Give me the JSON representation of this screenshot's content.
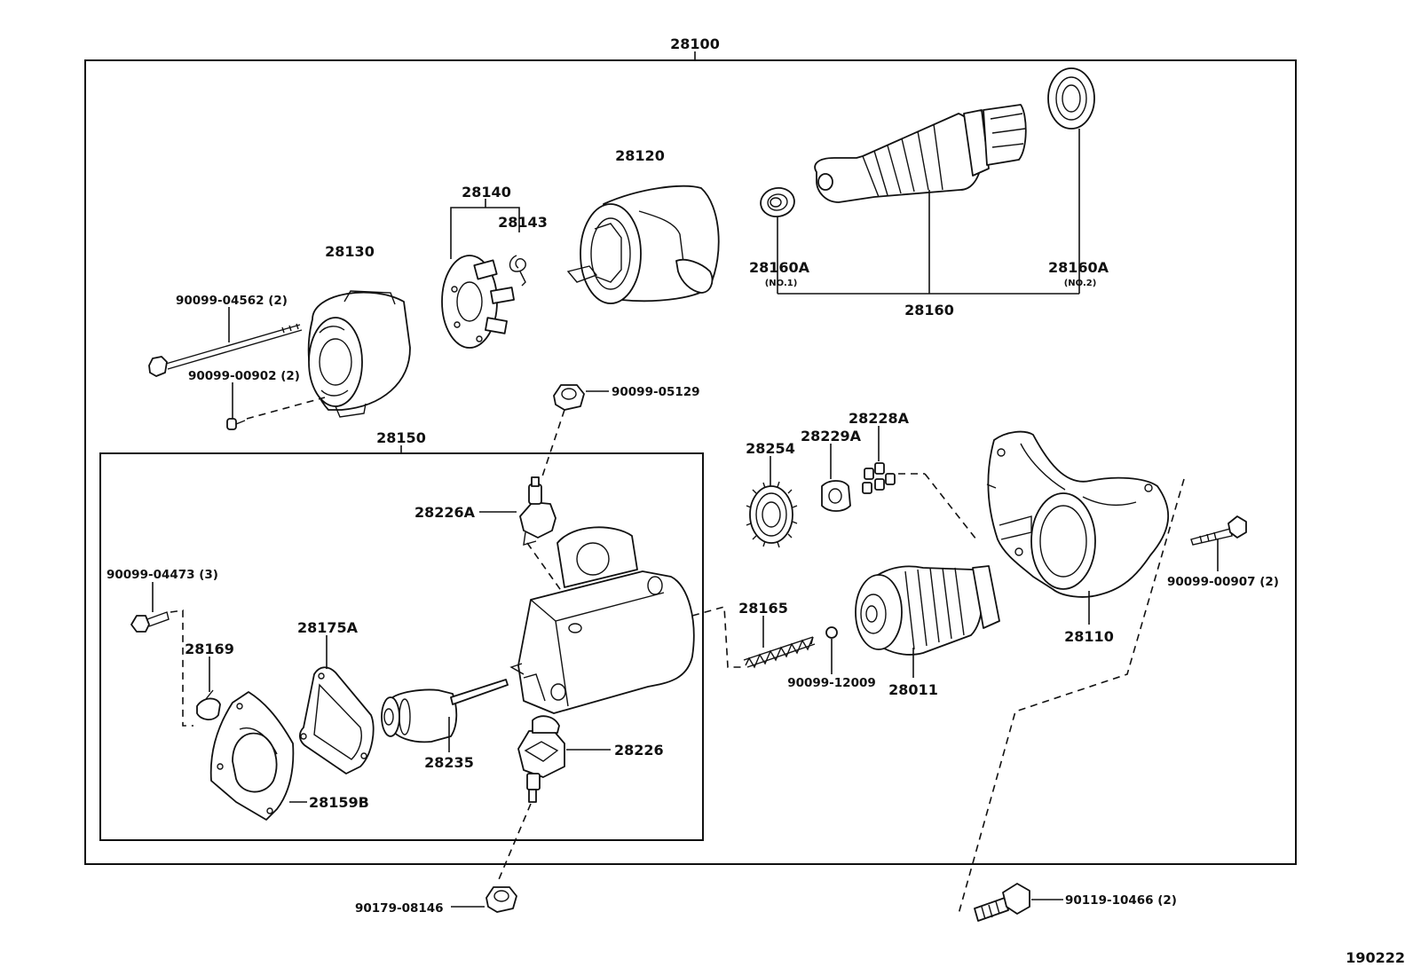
{
  "diagram": {
    "assembly_label": "28100",
    "sub_assembly_label": "28150",
    "drawing_number": "190222",
    "parts": [
      {
        "id": "p28130",
        "label": "28130"
      },
      {
        "id": "p28140",
        "label": "28140"
      },
      {
        "id": "p28143",
        "label": "28143"
      },
      {
        "id": "p28120",
        "label": "28120"
      },
      {
        "id": "p28160a1",
        "label": "28160A",
        "note": "(NO.1)"
      },
      {
        "id": "p28160a2",
        "label": "28160A",
        "note": "(NO.2)"
      },
      {
        "id": "p28160",
        "label": "28160"
      },
      {
        "id": "p90099_04562",
        "label": "90099-04562 (2)"
      },
      {
        "id": "p90099_00902",
        "label": "90099-00902 (2)"
      },
      {
        "id": "p90099_05129",
        "label": "90099-05129"
      },
      {
        "id": "p28254",
        "label": "28254"
      },
      {
        "id": "p28229a",
        "label": "28229A"
      },
      {
        "id": "p28228a",
        "label": "28228A"
      },
      {
        "id": "p28226a",
        "label": "28226A"
      },
      {
        "id": "p90099_04473",
        "label": "90099-04473 (3)"
      },
      {
        "id": "p28169",
        "label": "28169"
      },
      {
        "id": "p28175a",
        "label": "28175A"
      },
      {
        "id": "p28235",
        "label": "28235"
      },
      {
        "id": "p28226",
        "label": "28226"
      },
      {
        "id": "p28159b",
        "label": "28159B"
      },
      {
        "id": "p28165",
        "label": "28165"
      },
      {
        "id": "p90099_12009",
        "label": "90099-12009"
      },
      {
        "id": "p28011",
        "label": "28011"
      },
      {
        "id": "p28110",
        "label": "28110"
      },
      {
        "id": "p90099_00907",
        "label": "90099-00907 (2)"
      },
      {
        "id": "p90179_08146",
        "label": "90179-08146"
      },
      {
        "id": "p90119_10466",
        "label": "90119-10466 (2)"
      }
    ]
  }
}
